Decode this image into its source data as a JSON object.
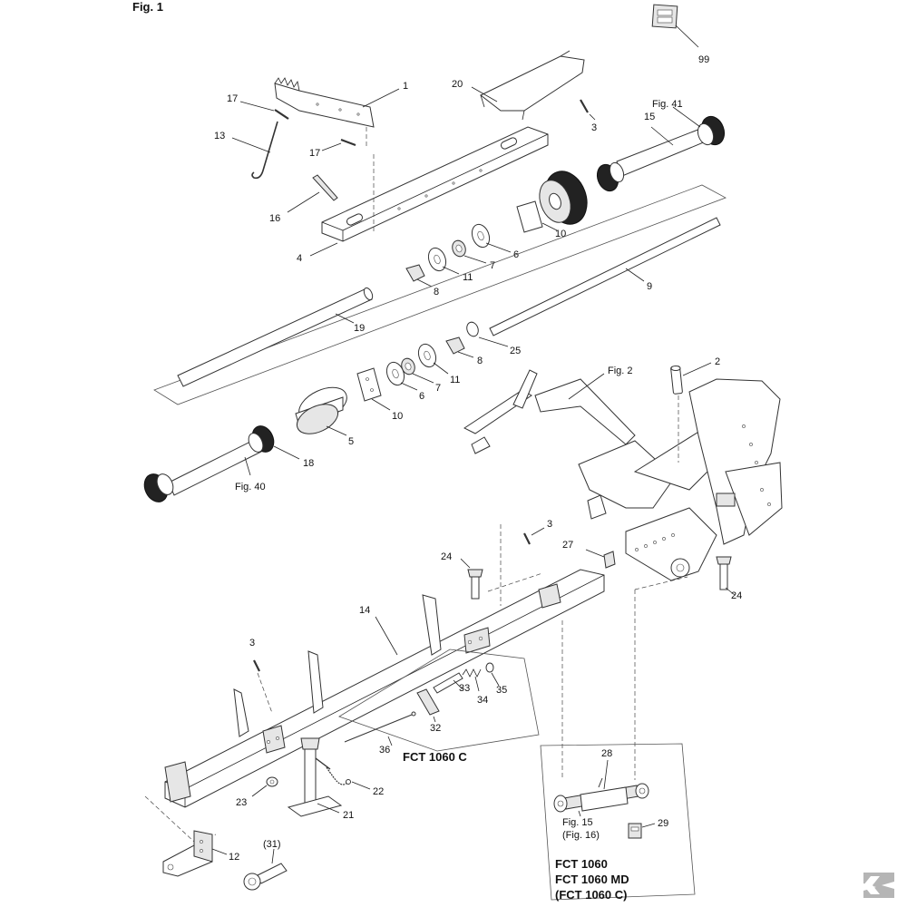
{
  "figure": {
    "title": "Fig. 1"
  },
  "callouts": {
    "c1": "1",
    "c2": "2",
    "c3a": "3",
    "c3b": "3",
    "c3c": "3",
    "c4": "4",
    "c5": "5",
    "c6a": "6",
    "c6b": "6",
    "c7a": "7",
    "c7b": "7",
    "c8a": "8",
    "c8b": "8",
    "c9": "9",
    "c10a": "10",
    "c10b": "10",
    "c11a": "11",
    "c11b": "11",
    "c12": "12",
    "c13": "13",
    "c14": "14",
    "c15": "15",
    "c16": "16",
    "c17a": "17",
    "c17b": "17",
    "c18": "18",
    "c19": "19",
    "c20": "20",
    "c21": "21",
    "c22": "22",
    "c23": "23",
    "c24a": "24",
    "c24b": "24",
    "c25": "25",
    "c27": "27",
    "c28": "28",
    "c29": "29",
    "c31": "(31)",
    "c32": "32",
    "c33": "33",
    "c34": "34",
    "c35": "35",
    "c36": "36",
    "c99": "99"
  },
  "references": {
    "fig41": "Fig. 41",
    "fig40": "Fig. 40",
    "fig2": "Fig. 2",
    "fig15": "Fig. 15",
    "fig16": "(Fig. 16)"
  },
  "variants": {
    "fct1060c": "FCT 1060 C",
    "box_line1": "FCT 1060",
    "box_line2": "FCT 1060 MD",
    "box_line3": "(FCT 1060 C)"
  },
  "colors": {
    "line": "#333333",
    "background": "#ffffff",
    "logo": "#b5b5b5"
  },
  "logo": {
    "icon": "brand-k-logo-icon"
  }
}
